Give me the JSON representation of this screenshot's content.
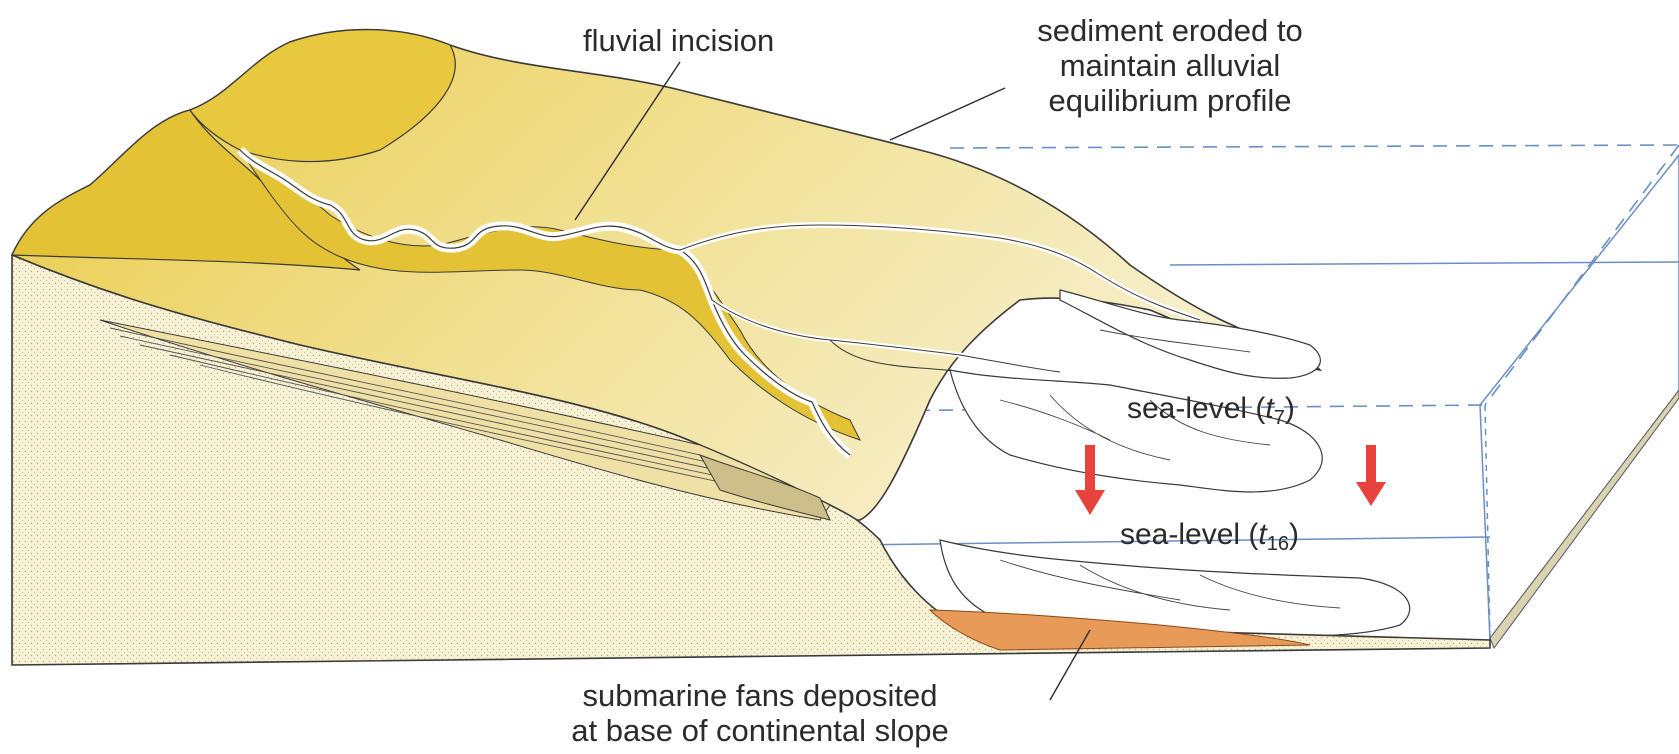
{
  "labels": {
    "fluvial_incision": "fluvial incision",
    "sediment_eroded": [
      "sediment eroded to",
      "maintain alluvial",
      "equilibrium profile"
    ],
    "sea_level_t7": {
      "prefix": "sea-level (",
      "var": "t",
      "sub": "7",
      "suffix": ")"
    },
    "sea_level_t16": {
      "prefix": "sea-level (",
      "var": "t",
      "sub": "16",
      "suffix": ")"
    },
    "submarine_fans": [
      "submarine fans deposited",
      "at base of continental slope"
    ]
  },
  "colors": {
    "land_yellow": "#e9cd4a",
    "land_pale": "#f4e7a6",
    "section_sand": "#f6f0d3",
    "water_line": "#5a88c8",
    "fan_orange": "#e89a58",
    "arrow_red": "#e8423c",
    "ink": "#2b2b2b"
  }
}
